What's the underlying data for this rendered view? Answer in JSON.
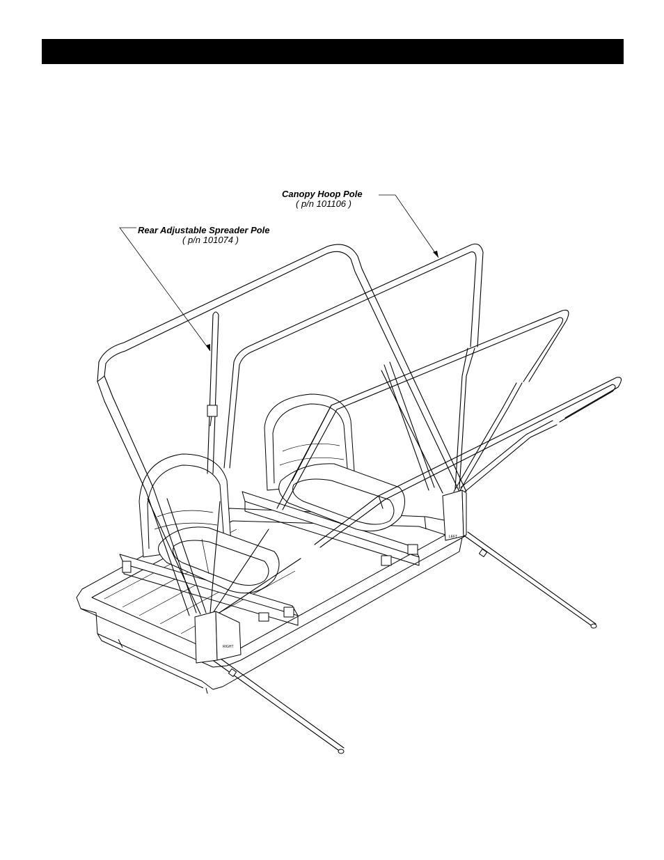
{
  "callouts": {
    "canopy_hoop_pole": {
      "label": "Canopy Hoop Pole",
      "part_number": "( p/n 101106 )"
    },
    "rear_spreader_pole": {
      "label": "Rear Adjustable Spreader Pole",
      "part_number": "( p/n 101074 )"
    }
  },
  "bracket_labels": {
    "right": "RIGHT",
    "left": "LEFT"
  },
  "colors": {
    "header_bar": "#000000",
    "line_art": "#000000",
    "background": "#ffffff"
  }
}
